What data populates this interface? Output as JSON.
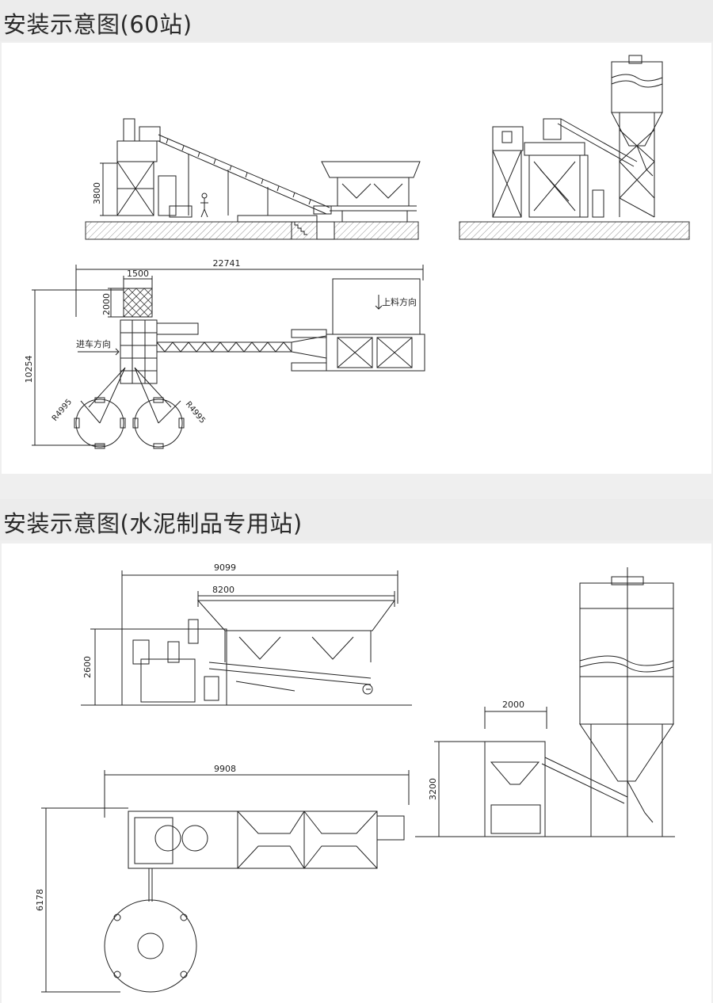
{
  "section1": {
    "title": "安装示意图(60站)",
    "dims": {
      "height_3800": "3800",
      "length_22741": "22741",
      "width_1500": "1500",
      "depth_2000": "2000",
      "width_10254": "10254",
      "radius_left": "R4995",
      "radius_right": "R4995"
    },
    "labels": {
      "feed_direction": "上料方向",
      "truck_direction": "进车方向"
    }
  },
  "section2": {
    "title": "安装示意图(水泥制品专用站)",
    "dims": {
      "length_9099": "9099",
      "length_8200": "8200",
      "height_2600": "2600",
      "length_9908": "9908",
      "width_6178": "6178",
      "width_2000": "2000",
      "height_3200": "3200"
    }
  }
}
